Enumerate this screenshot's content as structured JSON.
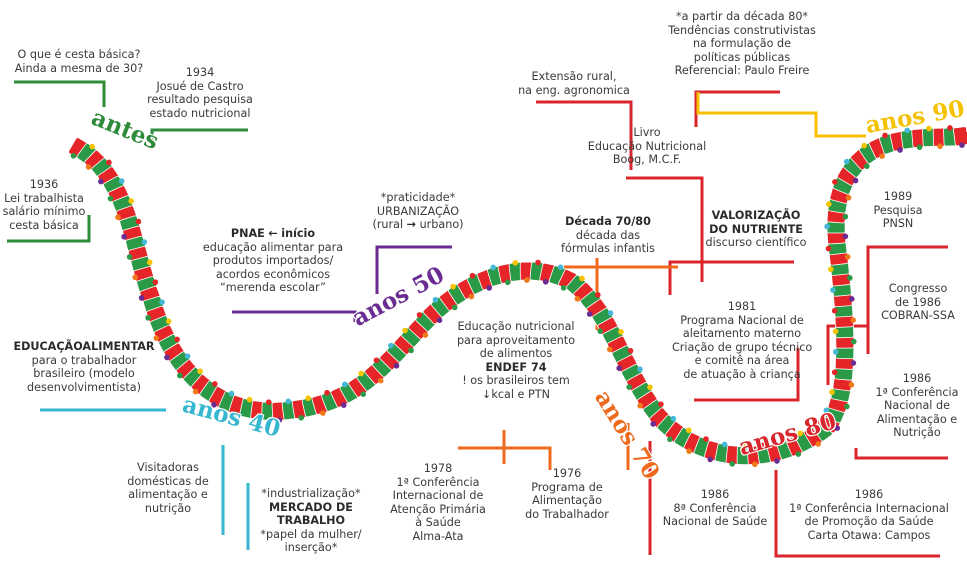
{
  "colors": {
    "green": "#2e8b3a",
    "purple": "#6a2c91",
    "red": "#d8262c",
    "cyan": "#36b6cf",
    "orange": "#ee6b1e",
    "yellow": "#f4c200",
    "piece_palette": [
      "#e52528",
      "#6b2c91",
      "#44b8d6",
      "#2b9a46",
      "#f6c400",
      "#f07a1a"
    ]
  },
  "eras": {
    "antes": "antes",
    "anos40": "anos 40",
    "anos50": "anos 50",
    "anos70": "anos 70",
    "anos80": "anos 80",
    "anos90": "anos 90"
  },
  "notes": {
    "cesta_basica": [
      "O que é cesta básica?",
      "Ainda a mesma de 30?"
    ],
    "castro_1934": [
      "1934",
      "Josué de Castro",
      "resultado pesquisa",
      "estado nutricional"
    ],
    "lei_1936": [
      "1936",
      "Lei trabalhista",
      "salário mínimo",
      "cesta básica"
    ],
    "educacao_alimentar": {
      "title": "EDUCAÇÃOALIMENTAR",
      "lines": [
        "para o trabalhador",
        "brasileiro (modelo",
        "desenvolvimentista)"
      ]
    },
    "visitadoras": [
      "Visitadoras",
      "domésticas de",
      "alimentação e",
      "nutrição"
    ],
    "pnae": {
      "title": "PNAE",
      "arrow": "←",
      "title_rest": "início",
      "lines": [
        "educação alimentar para",
        "produtos importados/",
        "acordos econômicos",
        "“merenda escolar”"
      ]
    },
    "urbanizacao": [
      "*praticidade*",
      "URBANIZAÇÃO"
    ],
    "urbanizacao_arrow": {
      "left": "(rural",
      "arrow": "→",
      "right": "urbano)"
    },
    "mercado": {
      "line1": "*industrialização*",
      "bold": [
        "MERCADO DE",
        "TRABALHO"
      ],
      "lines": [
        "*papel da mulher/",
        "inserção*"
      ]
    },
    "decada_7080": {
      "title": "Década 70/80",
      "lines": [
        "década das",
        "fórmulas infantis"
      ]
    },
    "endef": {
      "lines": [
        "Educação nutricional",
        "para aproveitamento",
        "de alimentos"
      ],
      "title": "ENDEF 74",
      "line_a": "! os brasileiros tem",
      "line_b_arrow": "↓",
      "line_b": "kcal e PTN"
    },
    "alma_ata": [
      "1978",
      "1ª Conferência",
      "Internacional de",
      "Atenção Primária",
      "à Saúde",
      "Alma-Ata"
    ],
    "pat_1976": [
      "1976",
      "Programa de",
      "Alimentação",
      "do Trabalhador"
    ],
    "extensao_rural": [
      "Extensão rural,",
      "na eng. agronomica"
    ],
    "livro": [
      "Livro",
      "Educação Nutricional",
      "Boog, M.C.F."
    ],
    "construtivistas": [
      "*a partir da década 80*",
      "Tendências construtivistas",
      "na formulação de",
      "políticas públicas",
      "Referencial: Paulo Freire"
    ],
    "valorizacao": {
      "bold": [
        "VALORIZAÇÃO",
        "DO NUTRIENTE"
      ],
      "lines": [
        "discurso científico"
      ]
    },
    "aleitamento": [
      "1981",
      "Programa Nacional de",
      "aleitamento materno",
      "Criação de grupo técnico",
      "e comitê na área",
      "de atuação à criança"
    ],
    "saude_1986": [
      "1986",
      "8ª Conferência",
      "Nacional de Saúde"
    ],
    "pnsn_1989": [
      "1989",
      "Pesquisa",
      "PNSN"
    ],
    "cobran": [
      "Congresso",
      "de 1986",
      "COBRAN-SSA"
    ],
    "conf_alimentacao": [
      "1986",
      "1ª Conferência",
      "Nacional de",
      "Alimentação e",
      "Nutrição"
    ],
    "otawa": [
      "1986",
      "1ª Conferência Internacional",
      "de Promoção da Saúde",
      "Carta Otawa: Campos"
    ]
  }
}
